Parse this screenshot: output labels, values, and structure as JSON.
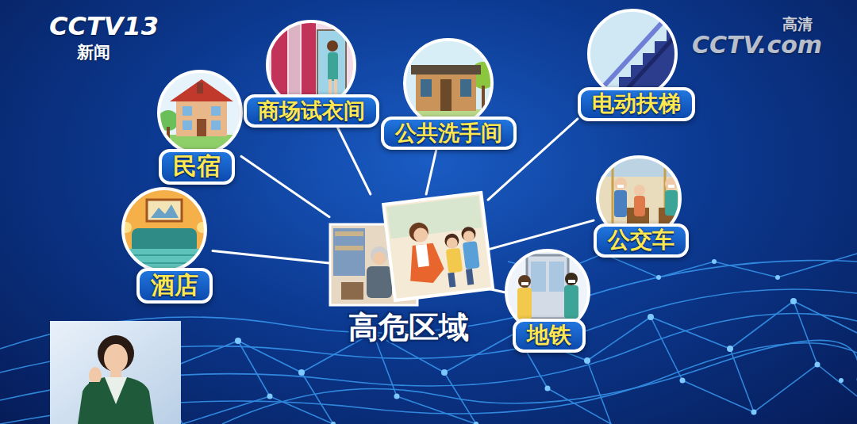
{
  "diagram": {
    "nodes": [
      {
        "text": [
          "高危区域"
        ]
      },
      {
        "text": [
          "酒店"
        ]
      },
      {
        "text": [
          "民宿"
        ]
      },
      {
        "text": [
          "商场试衣间"
        ]
      },
      {
        "text": [
          "公共洗手间"
        ]
      },
      {
        "text": [
          "电动扶梯"
        ]
      },
      {
        "text": [
          "公交车"
        ]
      },
      {
        "text": [
          "地铁"
        ]
      }
    ],
    "edges": [
      {
        "from": 0,
        "to": 1,
        "arrow": "none"
      },
      {
        "from": 0,
        "to": 2,
        "arrow": "none"
      },
      {
        "from": 0,
        "to": 3,
        "arrow": "none"
      },
      {
        "from": 0,
        "to": 4,
        "arrow": "none"
      },
      {
        "from": 0,
        "to": 5,
        "arrow": "none"
      },
      {
        "from": 0,
        "to": 6,
        "arrow": "none"
      },
      {
        "from": 0,
        "to": 7,
        "arrow": "none"
      }
    ],
    "labels": [
      "CCTV13",
      "新闻",
      "高清",
      "CCTV.com"
    ]
  }
}
